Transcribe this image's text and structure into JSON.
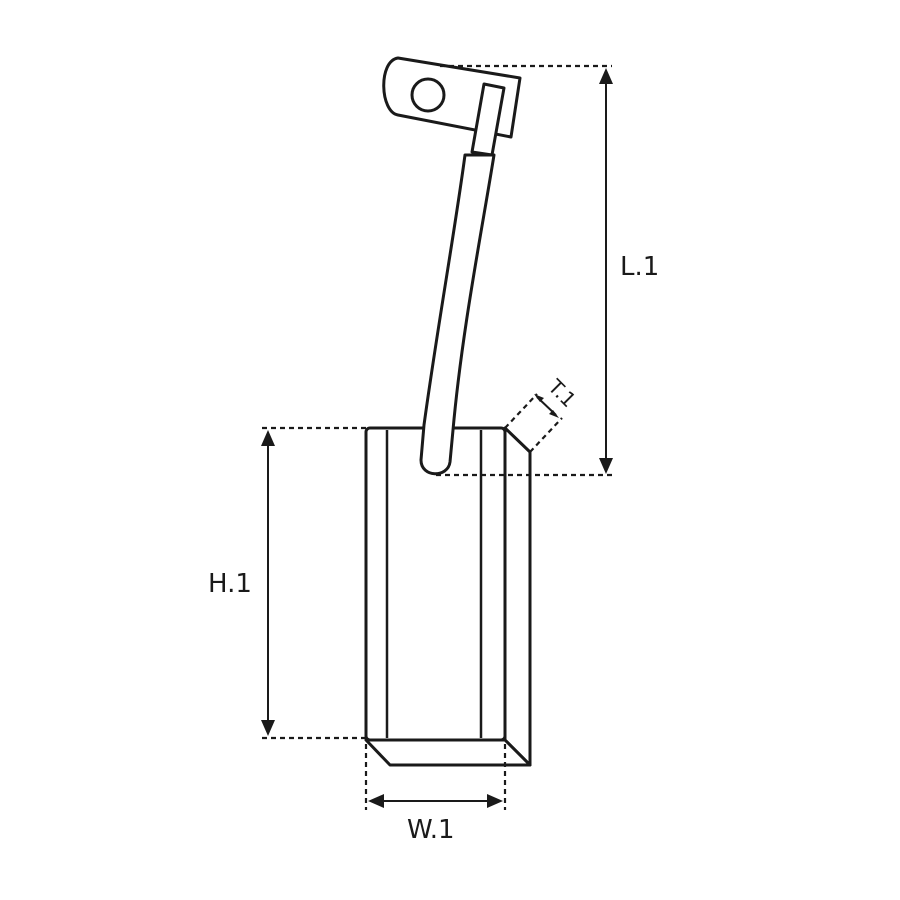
{
  "diagram": {
    "labels": {
      "length": "L.1",
      "height": "H.1",
      "width": "W.1",
      "thickness": "T.1"
    },
    "colors": {
      "line": "#1a1a1a",
      "background": "#ffffff"
    }
  }
}
